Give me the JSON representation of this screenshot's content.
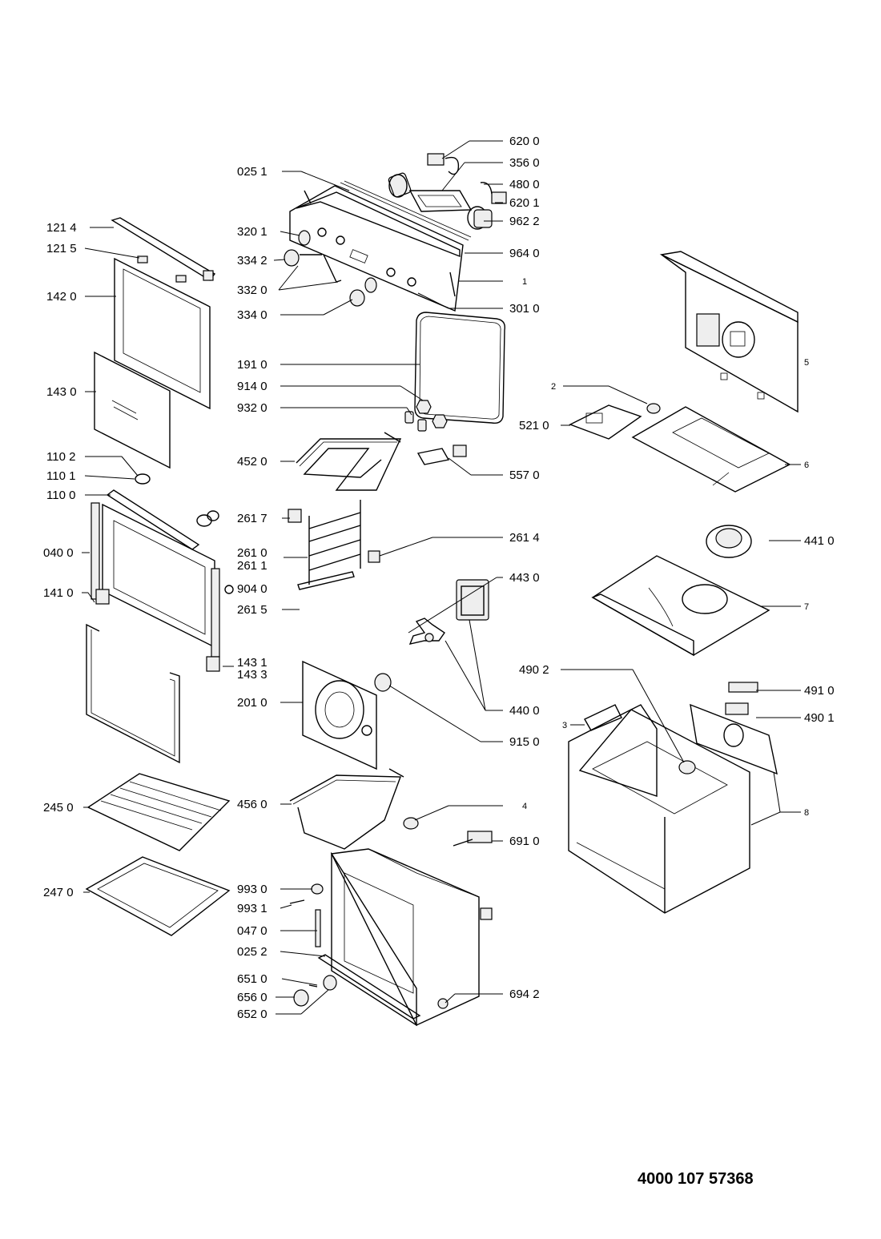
{
  "document_number": "4000 107 57368",
  "labels": {
    "p6200": "620 0",
    "p0251": "025 1",
    "p3560": "356 0",
    "p4800": "480 0",
    "p6201": "620 1",
    "p9622": "962 2",
    "p1214": "121 4",
    "p3201": "320 1",
    "p1215": "121 5",
    "p9640": "964 0",
    "p3342": "334 2",
    "p1": "1",
    "p3320": "332 0",
    "p1420": "142 0",
    "p3340": "334 0",
    "p3010": "301 0",
    "p1910": "191 0",
    "p5": "5",
    "p9140": "914 0",
    "p1430": "143 0",
    "p2": "2",
    "p9320": "932 0",
    "p5210": "521 0",
    "p1102": "110 2",
    "p4520": "452 0",
    "p6": "6",
    "p1101": "110 1",
    "p5570": "557 0",
    "p1100": "110 0",
    "p2617": "261 7",
    "p2614": "261 4",
    "p4410": "441 0",
    "p0400": "040 0",
    "p2610": "261 0",
    "p2611": "261 1",
    "p4430": "443 0",
    "p1410": "141 0",
    "p9040": "904 0",
    "p2615": "261 5",
    "p7": "7",
    "p1431": "143 1",
    "p1433": "143 3",
    "p4902": "490 2",
    "p2010": "201 0",
    "p4910": "491 0",
    "p4400": "440 0",
    "p3": "3",
    "p4901": "490 1",
    "p9150": "915 0",
    "p2450": "245 0",
    "p4560": "456 0",
    "p4": "4",
    "p8": "8",
    "p6910": "691 0",
    "p2470": "247 0",
    "p9930": "993 0",
    "p9931": "993 1",
    "p0470": "047 0",
    "p0252": "025 2",
    "p6510": "651 0",
    "p6560": "656 0",
    "p6942": "694 2",
    "p6520": "652 0"
  }
}
